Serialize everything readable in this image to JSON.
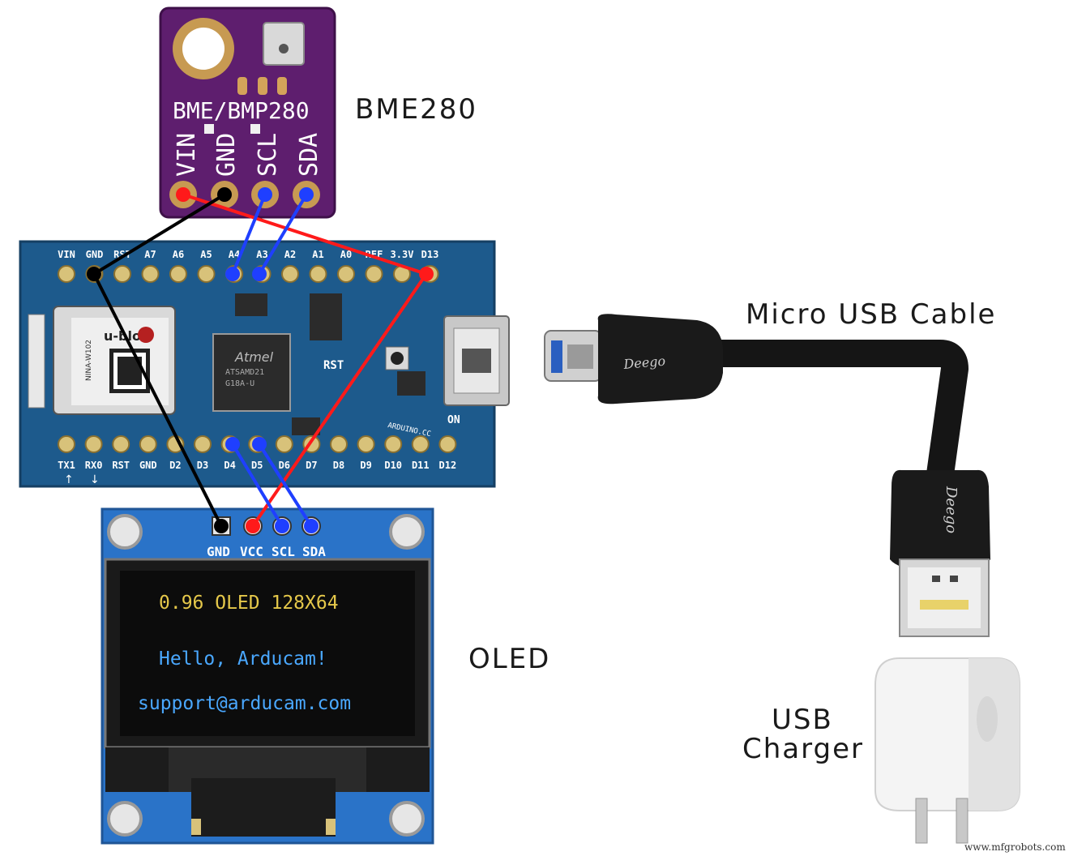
{
  "labels": {
    "bme280": "BME280",
    "micro_usb_cable": "Micro USB Cable",
    "oled": "OLED",
    "usb_charger_line1": "USB",
    "usb_charger_line2": "Charger"
  },
  "bme_board": {
    "silkscreen": "BME/BMP280",
    "pins": [
      "VIN",
      "GND",
      "SCL",
      "SDA"
    ]
  },
  "arduino": {
    "top_pins": [
      "VIN",
      "GND",
      "RST",
      "A7",
      "A6",
      "A5",
      "A4",
      "A3",
      "A2",
      "A1",
      "A0",
      "REF",
      "3.3V",
      "D13"
    ],
    "bottom_pins": [
      "TX1",
      "RX0",
      "RST",
      "GND",
      "D2",
      "D3",
      "D4",
      "D5",
      "D6",
      "D7",
      "D8",
      "D9",
      "D10",
      "D11",
      "D12"
    ],
    "chip_brand": "Atmel",
    "chip_part": "ATSAMD21",
    "chip_sub": "G18A-U",
    "module_brand": "u-blox",
    "module_model": "NINA-W102",
    "silk_rst": "RST",
    "silk_on": "ON",
    "silk_site": "ARDUINO.CC"
  },
  "oled_board": {
    "pins": [
      "GND",
      "VCC",
      "SCL",
      "SDA"
    ],
    "screen_line1": "0.96 OLED 128X64",
    "screen_line2": "Hello, Arducam!",
    "screen_line3": "support@arducam.com"
  },
  "cable": {
    "brand": "Deego"
  },
  "watermark": "www.mfgrobots.com",
  "colors": {
    "vcc": "#ff1a1a",
    "gnd": "#000000",
    "i2c": "#1f3fff",
    "arduino_pcb": "#1d5a8c",
    "bme_pcb": "#5e1e6e",
    "oled_pcb": "#2a73c8",
    "oled_text_yellow": "#e5c84a",
    "oled_text_blue": "#4aa8ff"
  }
}
